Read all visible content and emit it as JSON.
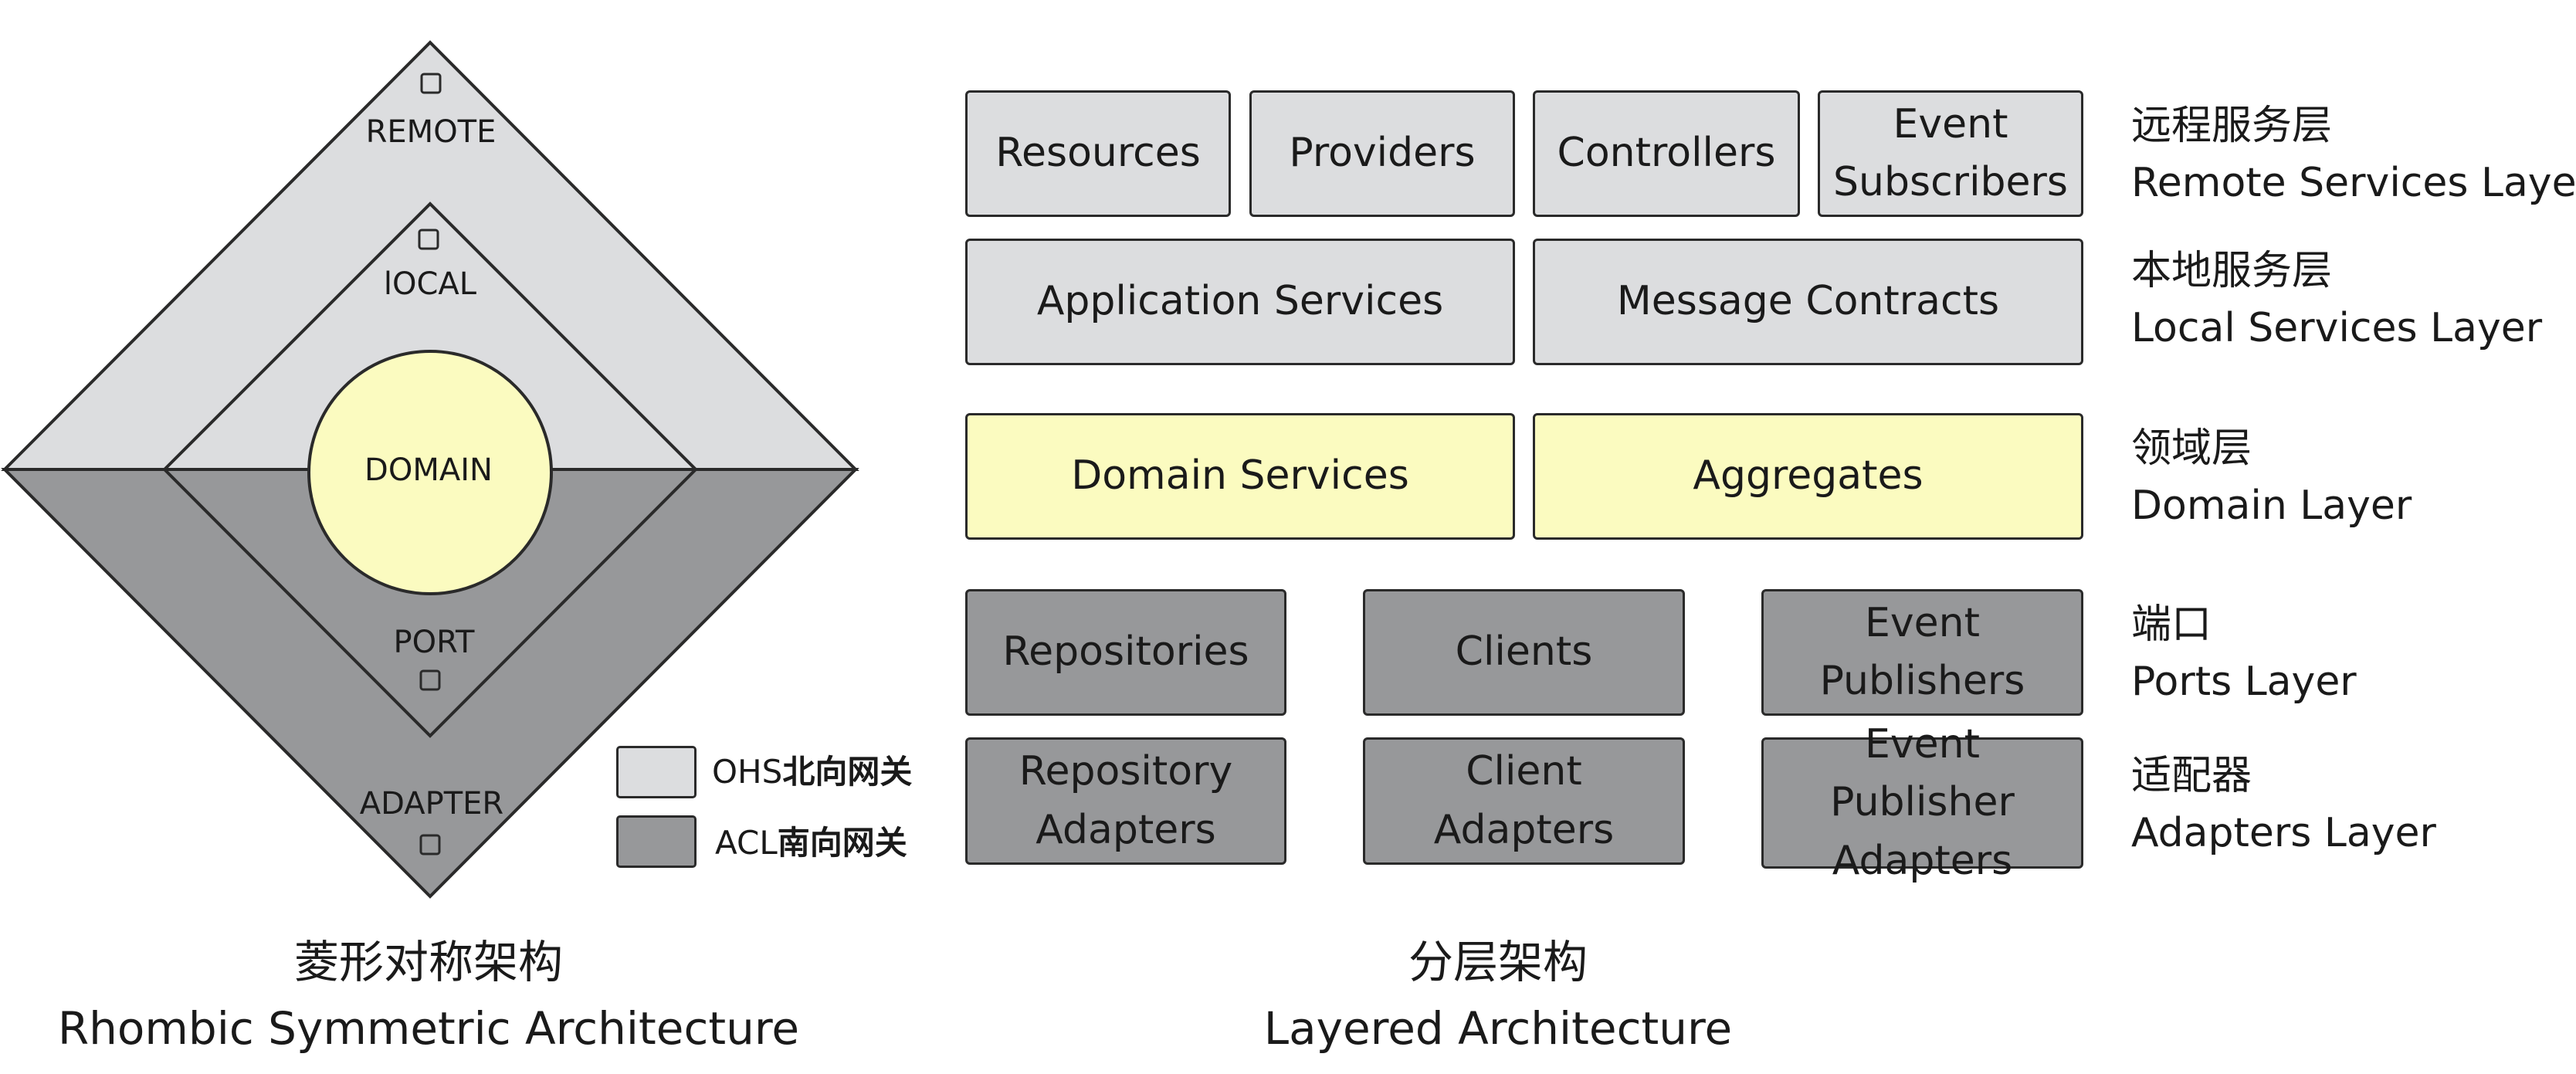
{
  "rhombic": {
    "rings": {
      "remote": "REMOTE",
      "local": "lOCAL",
      "domain": "DOMAIN",
      "port": "PORT",
      "adapter": "ADAPTER"
    },
    "caption_zh": "菱形对称架构",
    "caption_en": "Rhombic Symmetric Architecture"
  },
  "legend": {
    "ohs_prefix": "OHS",
    "ohs_zh": "北向网关",
    "acl_prefix": "ACL",
    "acl_zh": "南向网关"
  },
  "layered": {
    "rows": {
      "remote": [
        "Resources",
        "Providers",
        "Controllers",
        "Event Subscribers"
      ],
      "local": [
        "Application Services",
        "Message Contracts"
      ],
      "domain": [
        "Domain Services",
        "Aggregates"
      ],
      "ports": [
        "Repositories",
        "Clients",
        "Event Publishers"
      ],
      "adapters": [
        "Repository Adapters",
        "Client Adapters",
        "Event Publisher Adapters"
      ]
    },
    "labels": {
      "remote_zh": "远程服务层",
      "remote_en": "Remote Services Layer",
      "local_zh": "本地服务层",
      "local_en": "Local Services Layer",
      "domain_zh": "领域层",
      "domain_en": "Domain Layer",
      "ports_zh": "端口",
      "ports_en": "Ports Layer",
      "adapters_zh": "适配器",
      "adapters_en": "Adapters Layer"
    },
    "caption_zh": "分层架构",
    "caption_en": "Layered Architecture"
  },
  "colors": {
    "ohs_light": "#dcdddf",
    "acl_dark": "#97989a",
    "domain_yellow": "#fbfbc0",
    "outline": "#2a2a2a"
  }
}
